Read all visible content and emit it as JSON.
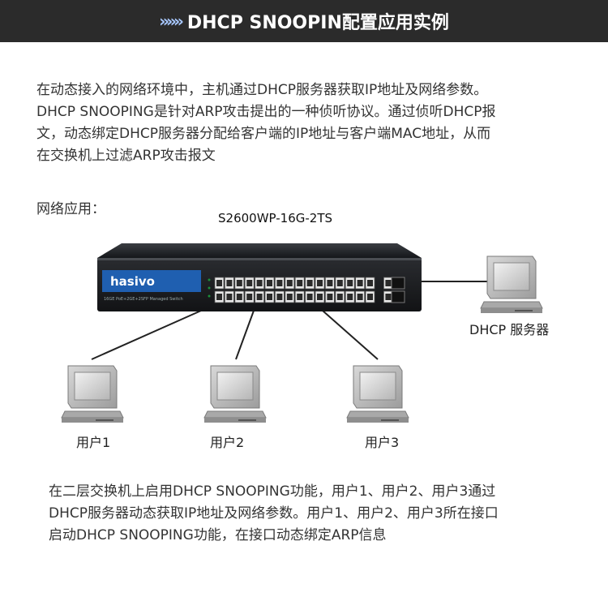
{
  "header": {
    "chevron_glyph": "»»»",
    "title": "DHCP SNOOPIN配置应用实例"
  },
  "intro": {
    "lines": [
      "在动态接入的网络环境中，主机通过DHCP服务器获取IP地址及网络参数。",
      "DHCP SNOOPING是针对ARP攻击提出的一种侦听协议。通过侦听DHCP报",
      "文，动态绑定DHCP服务器分配给客户端的IP地址与客户端MAC地址，从而",
      "在交换机上过滤ARP攻击报文"
    ]
  },
  "network_label": "网络应用：",
  "switch": {
    "model": "S2600WP-16G-2TS",
    "brand": "hasivo",
    "panel_text": "16GE PoE+2GE+2SFP Managed Switch"
  },
  "devices": {
    "server": "DHCP 服务器",
    "user1": "用户1",
    "user2": "用户2",
    "user3": "用户3"
  },
  "colors": {
    "header_bg": "#2b2b2b",
    "switch_body": "#1e2024",
    "brand_blue": "#1f5fb0",
    "pc_body": "#b9b9b9"
  },
  "summary": {
    "lines": [
      "在二层交换机上启用DHCP SNOOPING功能，用户1、用户2、用户3通过",
      "DHCP服务器动态获取IP地址及网络参数。用户1、用户2、用户3所在接口",
      "启动DHCP SNOOPING功能，在接口动态绑定ARP信息"
    ]
  }
}
